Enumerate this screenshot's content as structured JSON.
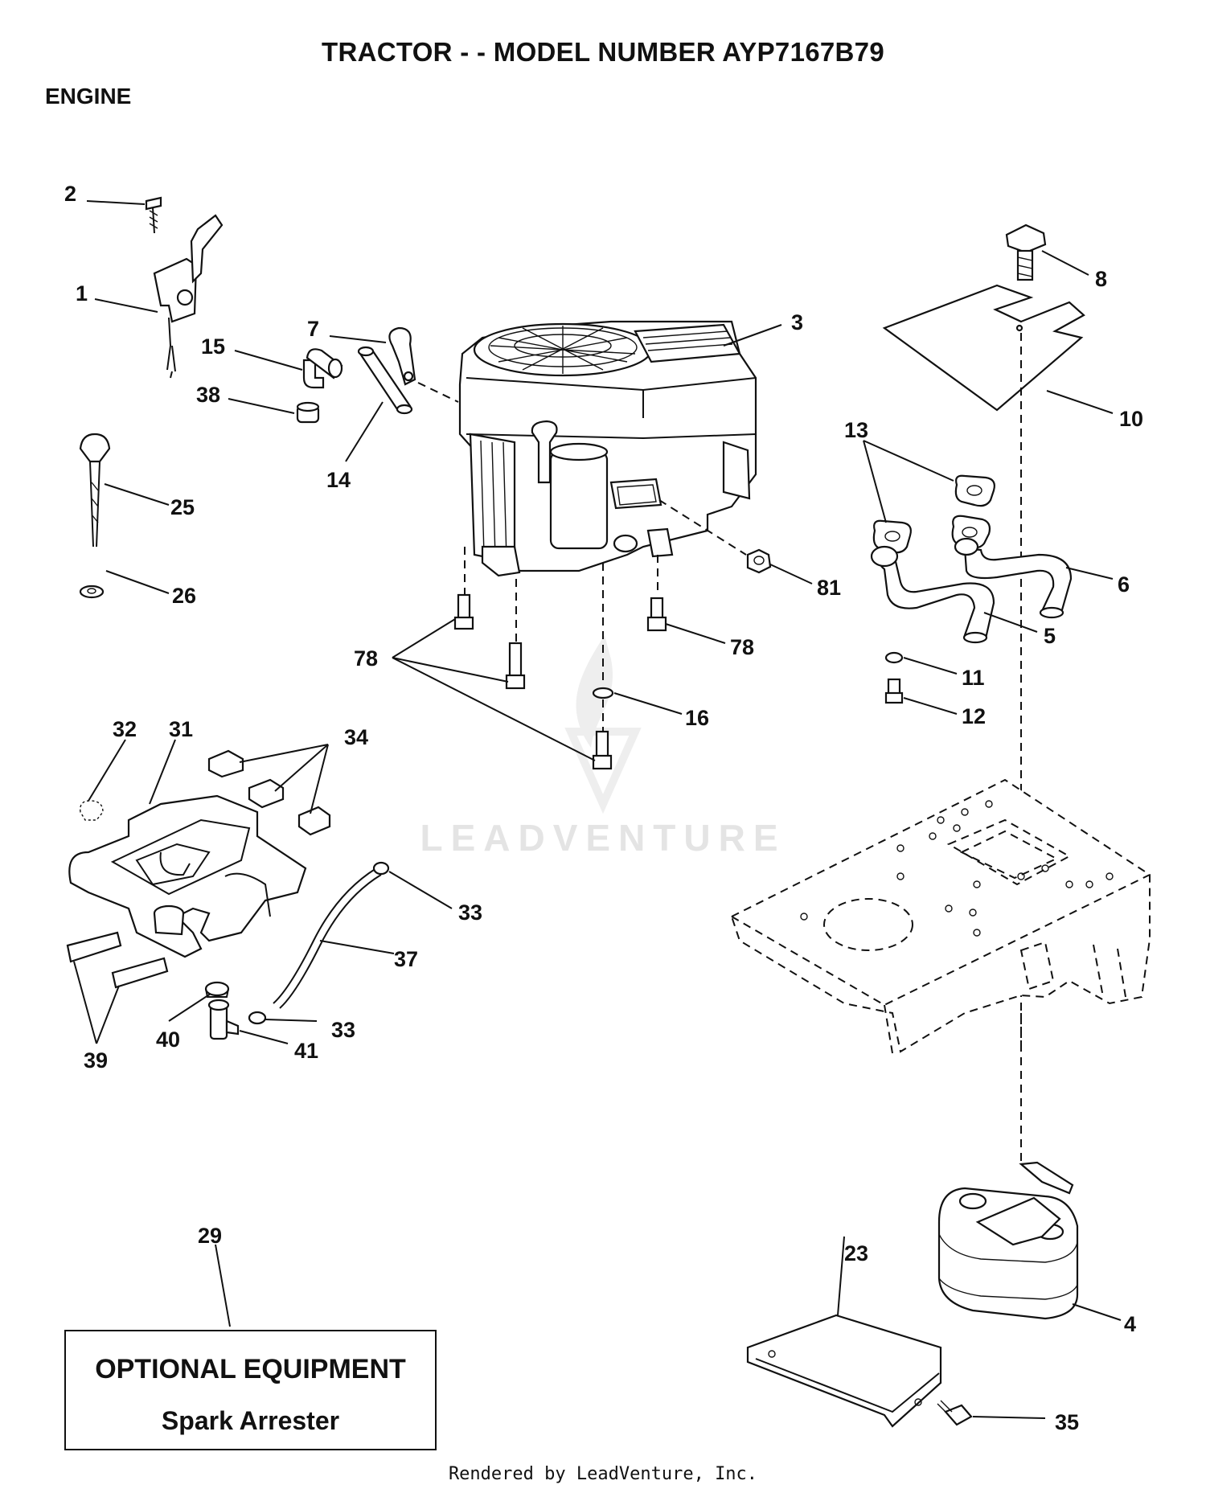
{
  "title": "TRACTOR - - MODEL NUMBER AYP7167B79",
  "section": "ENGINE",
  "watermark": "LEADVENTURE",
  "optional_box": {
    "heading": "OPTIONAL EQUIPMENT",
    "item": "Spark Arrester"
  },
  "footer": "Rendered by LeadVenture, Inc.",
  "callouts": [
    {
      "id": "c2",
      "label": "2"
    },
    {
      "id": "c1",
      "label": "1"
    },
    {
      "id": "c7",
      "label": "7"
    },
    {
      "id": "c3",
      "label": "3"
    },
    {
      "id": "c8",
      "label": "8"
    },
    {
      "id": "c15",
      "label": "15"
    },
    {
      "id": "c38",
      "label": "38"
    },
    {
      "id": "c14",
      "label": "14"
    },
    {
      "id": "c10",
      "label": "10"
    },
    {
      "id": "c13",
      "label": "13"
    },
    {
      "id": "c25",
      "label": "25"
    },
    {
      "id": "c26",
      "label": "26"
    },
    {
      "id": "c81",
      "label": "81"
    },
    {
      "id": "c6",
      "label": "6"
    },
    {
      "id": "c5",
      "label": "5"
    },
    {
      "id": "c78a",
      "label": "78"
    },
    {
      "id": "c78b",
      "label": "78"
    },
    {
      "id": "c11",
      "label": "11"
    },
    {
      "id": "c16",
      "label": "16"
    },
    {
      "id": "c12",
      "label": "12"
    },
    {
      "id": "c32",
      "label": "32"
    },
    {
      "id": "c31",
      "label": "31"
    },
    {
      "id": "c34",
      "label": "34"
    },
    {
      "id": "c33a",
      "label": "33"
    },
    {
      "id": "c37",
      "label": "37"
    },
    {
      "id": "c33b",
      "label": "33"
    },
    {
      "id": "c41",
      "label": "41"
    },
    {
      "id": "c40",
      "label": "40"
    },
    {
      "id": "c39",
      "label": "39"
    },
    {
      "id": "c29",
      "label": "29"
    },
    {
      "id": "c23",
      "label": "23"
    },
    {
      "id": "c4",
      "label": "4"
    },
    {
      "id": "c35",
      "label": "35"
    }
  ]
}
